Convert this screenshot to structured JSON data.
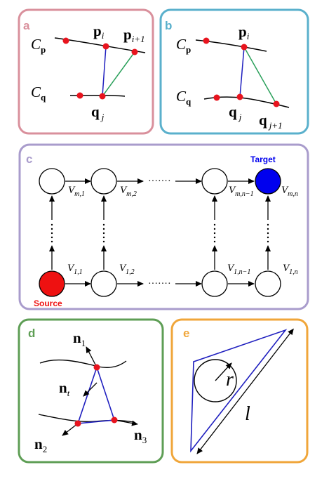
{
  "panels": {
    "a": {
      "letter": "a",
      "color": "#d9909c",
      "curve_top": {
        "label": "C",
        "sub": "p"
      },
      "curve_bottom": {
        "label": "C",
        "sub": "q"
      },
      "pi": {
        "main": "p",
        "sub": "i"
      },
      "pi1": {
        "main": "p",
        "sub": "i+1"
      },
      "qj": {
        "main": "q",
        "sub": "j"
      }
    },
    "b": {
      "letter": "b",
      "color": "#5ab0cc",
      "curve_top": {
        "label": "C",
        "sub": "p"
      },
      "curve_bottom": {
        "label": "C",
        "sub": "q"
      },
      "pi": {
        "main": "p",
        "sub": "i"
      },
      "qj": {
        "main": "q",
        "sub": "j"
      },
      "qj1": {
        "main": "q",
        "sub": "j+1"
      }
    },
    "c": {
      "letter": "c",
      "color": "#a99ccc",
      "target_label": "Target",
      "target_color": "#0000ee",
      "source_label": "Source",
      "source_color": "#ee1111",
      "dots": "·······",
      "vdots": "⋮",
      "top_row_labels": [
        {
          "main": "V",
          "sub": "m,1"
        },
        {
          "main": "V",
          "sub": "m,2"
        },
        {
          "main": "V",
          "sub": "m,n−1"
        },
        {
          "main": "V",
          "sub": "m,n"
        }
      ],
      "bottom_row_labels": [
        {
          "main": "V",
          "sub": "1,1"
        },
        {
          "main": "V",
          "sub": "1,2"
        },
        {
          "main": "V",
          "sub": "1,n−1"
        },
        {
          "main": "V",
          "sub": "1,n"
        }
      ]
    },
    "d": {
      "letter": "d",
      "color": "#5e9e55",
      "n1": {
        "main": "n",
        "sub": "1"
      },
      "n2": {
        "main": "n",
        "sub": "2"
      },
      "n3": {
        "main": "n",
        "sub": "3"
      },
      "nt": {
        "main": "n",
        "sub": "t"
      }
    },
    "e": {
      "letter": "e",
      "color": "#f0a63a",
      "r_label": "r",
      "l_label": "l"
    }
  },
  "colors": {
    "point": "#e8141e",
    "blue_edge": "#1f1fbf",
    "green_edge": "#2aa05a"
  }
}
